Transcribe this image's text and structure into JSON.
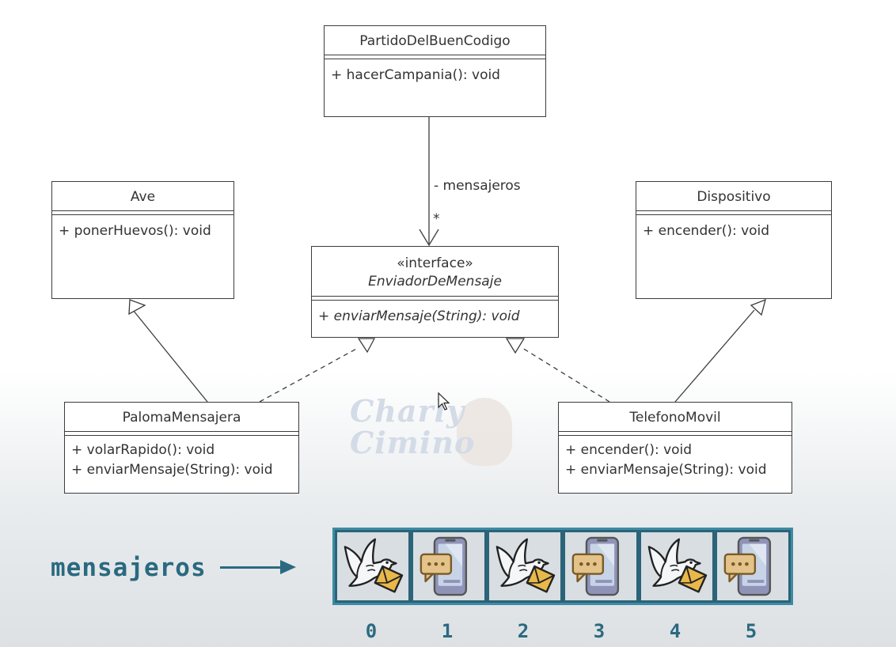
{
  "classes": {
    "partido": {
      "name": "PartidoDelBuenCodigo",
      "ops": [
        "+ hacerCampania(): void"
      ]
    },
    "ave": {
      "name": "Ave",
      "ops": [
        "+ ponerHuevos(): void"
      ]
    },
    "dispositivo": {
      "name": "Dispositivo",
      "ops": [
        "+ encender(): void"
      ]
    },
    "enviador": {
      "stereotype": "«interface»",
      "name": "EnviadorDeMensaje",
      "ops": [
        "+ enviarMensaje(String): void"
      ]
    },
    "paloma": {
      "name": "PalomaMensajera",
      "ops": [
        "+ volarRapido(): void",
        "+ enviarMensaje(String): void"
      ]
    },
    "telefono": {
      "name": "TelefonoMovil",
      "ops": [
        "+ encender(): void",
        "+ enviarMensaje(String): void"
      ]
    }
  },
  "association": {
    "role": "- mensajeros",
    "multiplicity": "*"
  },
  "watermark": {
    "line1": "Charly",
    "line2": "Cimino"
  },
  "array": {
    "label": "mensajeros",
    "items": [
      {
        "index": "0",
        "icon": "pigeon-icon"
      },
      {
        "index": "1",
        "icon": "phone-icon"
      },
      {
        "index": "2",
        "icon": "pigeon-icon"
      },
      {
        "index": "3",
        "icon": "phone-icon"
      },
      {
        "index": "4",
        "icon": "pigeon-icon"
      },
      {
        "index": "5",
        "icon": "phone-icon"
      }
    ]
  },
  "colors": {
    "accent": "#2a6a80",
    "array_border": "#3f8aa3",
    "cell_bg": "#d8dee2",
    "envelope": "#e8b84a"
  }
}
